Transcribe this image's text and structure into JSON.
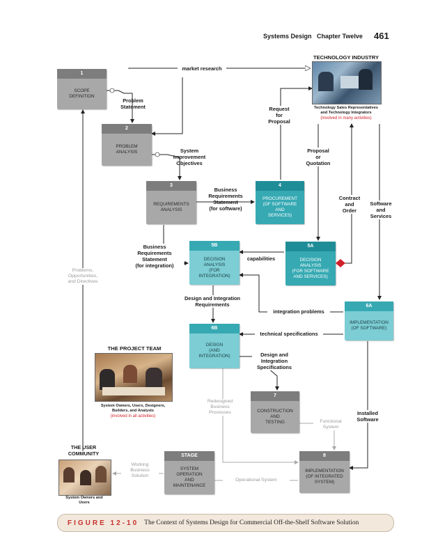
{
  "header": {
    "running_title": "Systems Design",
    "chapter": "Chapter Twelve",
    "page_number": "461"
  },
  "external": {
    "technology_industry": {
      "title": "TECHNOLOGY INDUSTRY",
      "caption": "Technology Sales Representatives\nand Technology Integrators",
      "note": "(involved in many activities)"
    },
    "project_team": {
      "title": "THE PROJECT TEAM",
      "caption": "System Owners, Users, Designers,\nBuilders, and Analysts",
      "note": "(involved in all activities)"
    },
    "user_community": {
      "title": "THE USER\nCOMMUNITY",
      "caption": "System Owners and\nUsers"
    }
  },
  "boxes": {
    "b1": {
      "num": "1",
      "label": "Scope\nDefinition"
    },
    "b2": {
      "num": "2",
      "label": "Problem\nAnalysis"
    },
    "b3": {
      "num": "3",
      "label": "Requirements\nAnalysis"
    },
    "b4": {
      "num": "4",
      "label": "Procurement\n(of software\nand\nservices)"
    },
    "b5b": {
      "num": "5B",
      "label": "Decision\nAnalysis\n(for\nintegration)"
    },
    "b5a": {
      "num": "5A",
      "label": "Decision\nAnalysis\n(for software\nand services)"
    },
    "b6a": {
      "num": "6A",
      "label": "Implementation\n(of software)"
    },
    "b6b": {
      "num": "6B",
      "label": "Design\n(and\nintegration)"
    },
    "b7": {
      "num": "7",
      "label": "Construction\nand\nTesting"
    },
    "b8": {
      "num": "8",
      "label": "Implementation\n(of integrated\nsystem)"
    },
    "stage": {
      "num": "STAGE",
      "label": "System\nOperation\nand\nMaintenance"
    }
  },
  "flows": {
    "market_research": "market research",
    "problem_statement": "Problem\nStatement",
    "request_for_proposal": "Request\nfor\nProposal",
    "system_improvement_objectives": "System\nImprovement\nObjectives",
    "proposal_or_quotation": "Proposal\nor\nQuotation",
    "business_requirements_software": "Business\nRequirements\nStatement\n(for software)",
    "contract_and_order": "Contract\nand\nOrder",
    "software_and_services": "Software\nand\nServices",
    "business_requirements_integration": "Business\nRequirements\nStatement\n(for integration)",
    "capabilities": "capabilities",
    "problems_opportunities": "Problems,\nOpportunities,\nand Directives",
    "design_integration_requirements": "Design and Integration\nRequirements",
    "integration_problems": "integration problems",
    "technical_specifications": "technical specifications",
    "design_integration_specifications": "Design and\nIntegration\nSpecifications",
    "redesigned_processes": "Redesigned\nBusiness\nProcesses",
    "installed_software": "Installed\nSoftware",
    "functional_system": "Functional\nSystem",
    "working_business_solution": "Working\nBusiness\nSolution",
    "operational_system": "Operational System"
  },
  "figure": {
    "number": "FIGURE 12-10",
    "caption": "The Context of Systems Design for Commercial Off-the-Shelf Software Solution"
  },
  "colors": {
    "gray_box": "#a8a8a8",
    "teal_box": "#7ccdd4",
    "teal_dark": "#36a9b3",
    "accent_red": "#d0202a"
  }
}
